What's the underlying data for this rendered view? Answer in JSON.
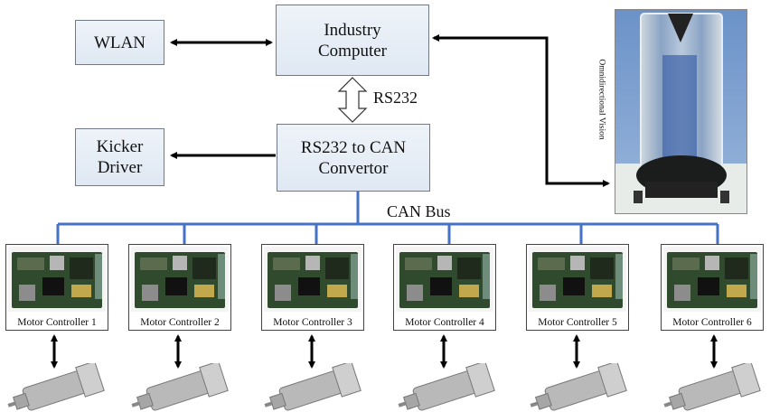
{
  "nodes": {
    "wlan": "WLAN",
    "industry_computer": [
      "Industry",
      "Computer"
    ],
    "convertor": [
      "RS232 to CAN",
      "Convertor"
    ],
    "kicker_driver": [
      "Kicker",
      "Driver"
    ]
  },
  "links": {
    "rs232": "RS232",
    "can_bus": "CAN Bus"
  },
  "vision_label": "Omnidirectional Vision",
  "controllers": [
    "Motor Controller 1",
    "Motor Controller 2",
    "Motor Controller 3",
    "Motor Controller 4",
    "Motor Controller 5",
    "Motor Controller 6"
  ],
  "colors": {
    "bus": "#4472c4",
    "box_fill": "#e6edf6",
    "arrow": "#000000"
  }
}
